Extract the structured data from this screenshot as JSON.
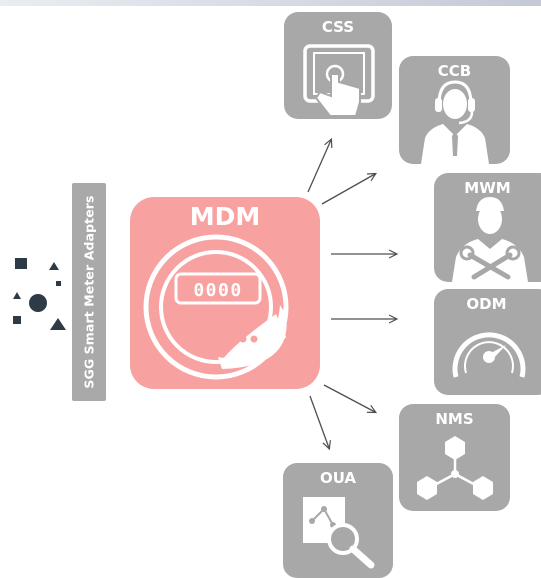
{
  "adapters": {
    "label": "SGG Smart Meter Adapters"
  },
  "mdm": {
    "title": "MDM",
    "meter_display": "0000"
  },
  "targets": [
    {
      "id": "css",
      "label": "CSS",
      "icon": "tablet-touch-icon"
    },
    {
      "id": "ccb",
      "label": "CCB",
      "icon": "headset-agent-icon"
    },
    {
      "id": "mwm",
      "label": "MWM",
      "icon": "field-worker-tools-icon"
    },
    {
      "id": "odm",
      "label": "ODM",
      "icon": "speedometer-icon"
    },
    {
      "id": "nms",
      "label": "NMS",
      "icon": "network-hexagons-icon"
    },
    {
      "id": "oua",
      "label": "OUA",
      "icon": "magnifier-analytics-icon"
    }
  ],
  "colors": {
    "mdm_fill": "#f8a1a1",
    "tile_fill": "#a8a8a8",
    "adapter_bar": "#a9a9a9",
    "arrow": "#4a5055",
    "shapes": "#2f3a47"
  }
}
